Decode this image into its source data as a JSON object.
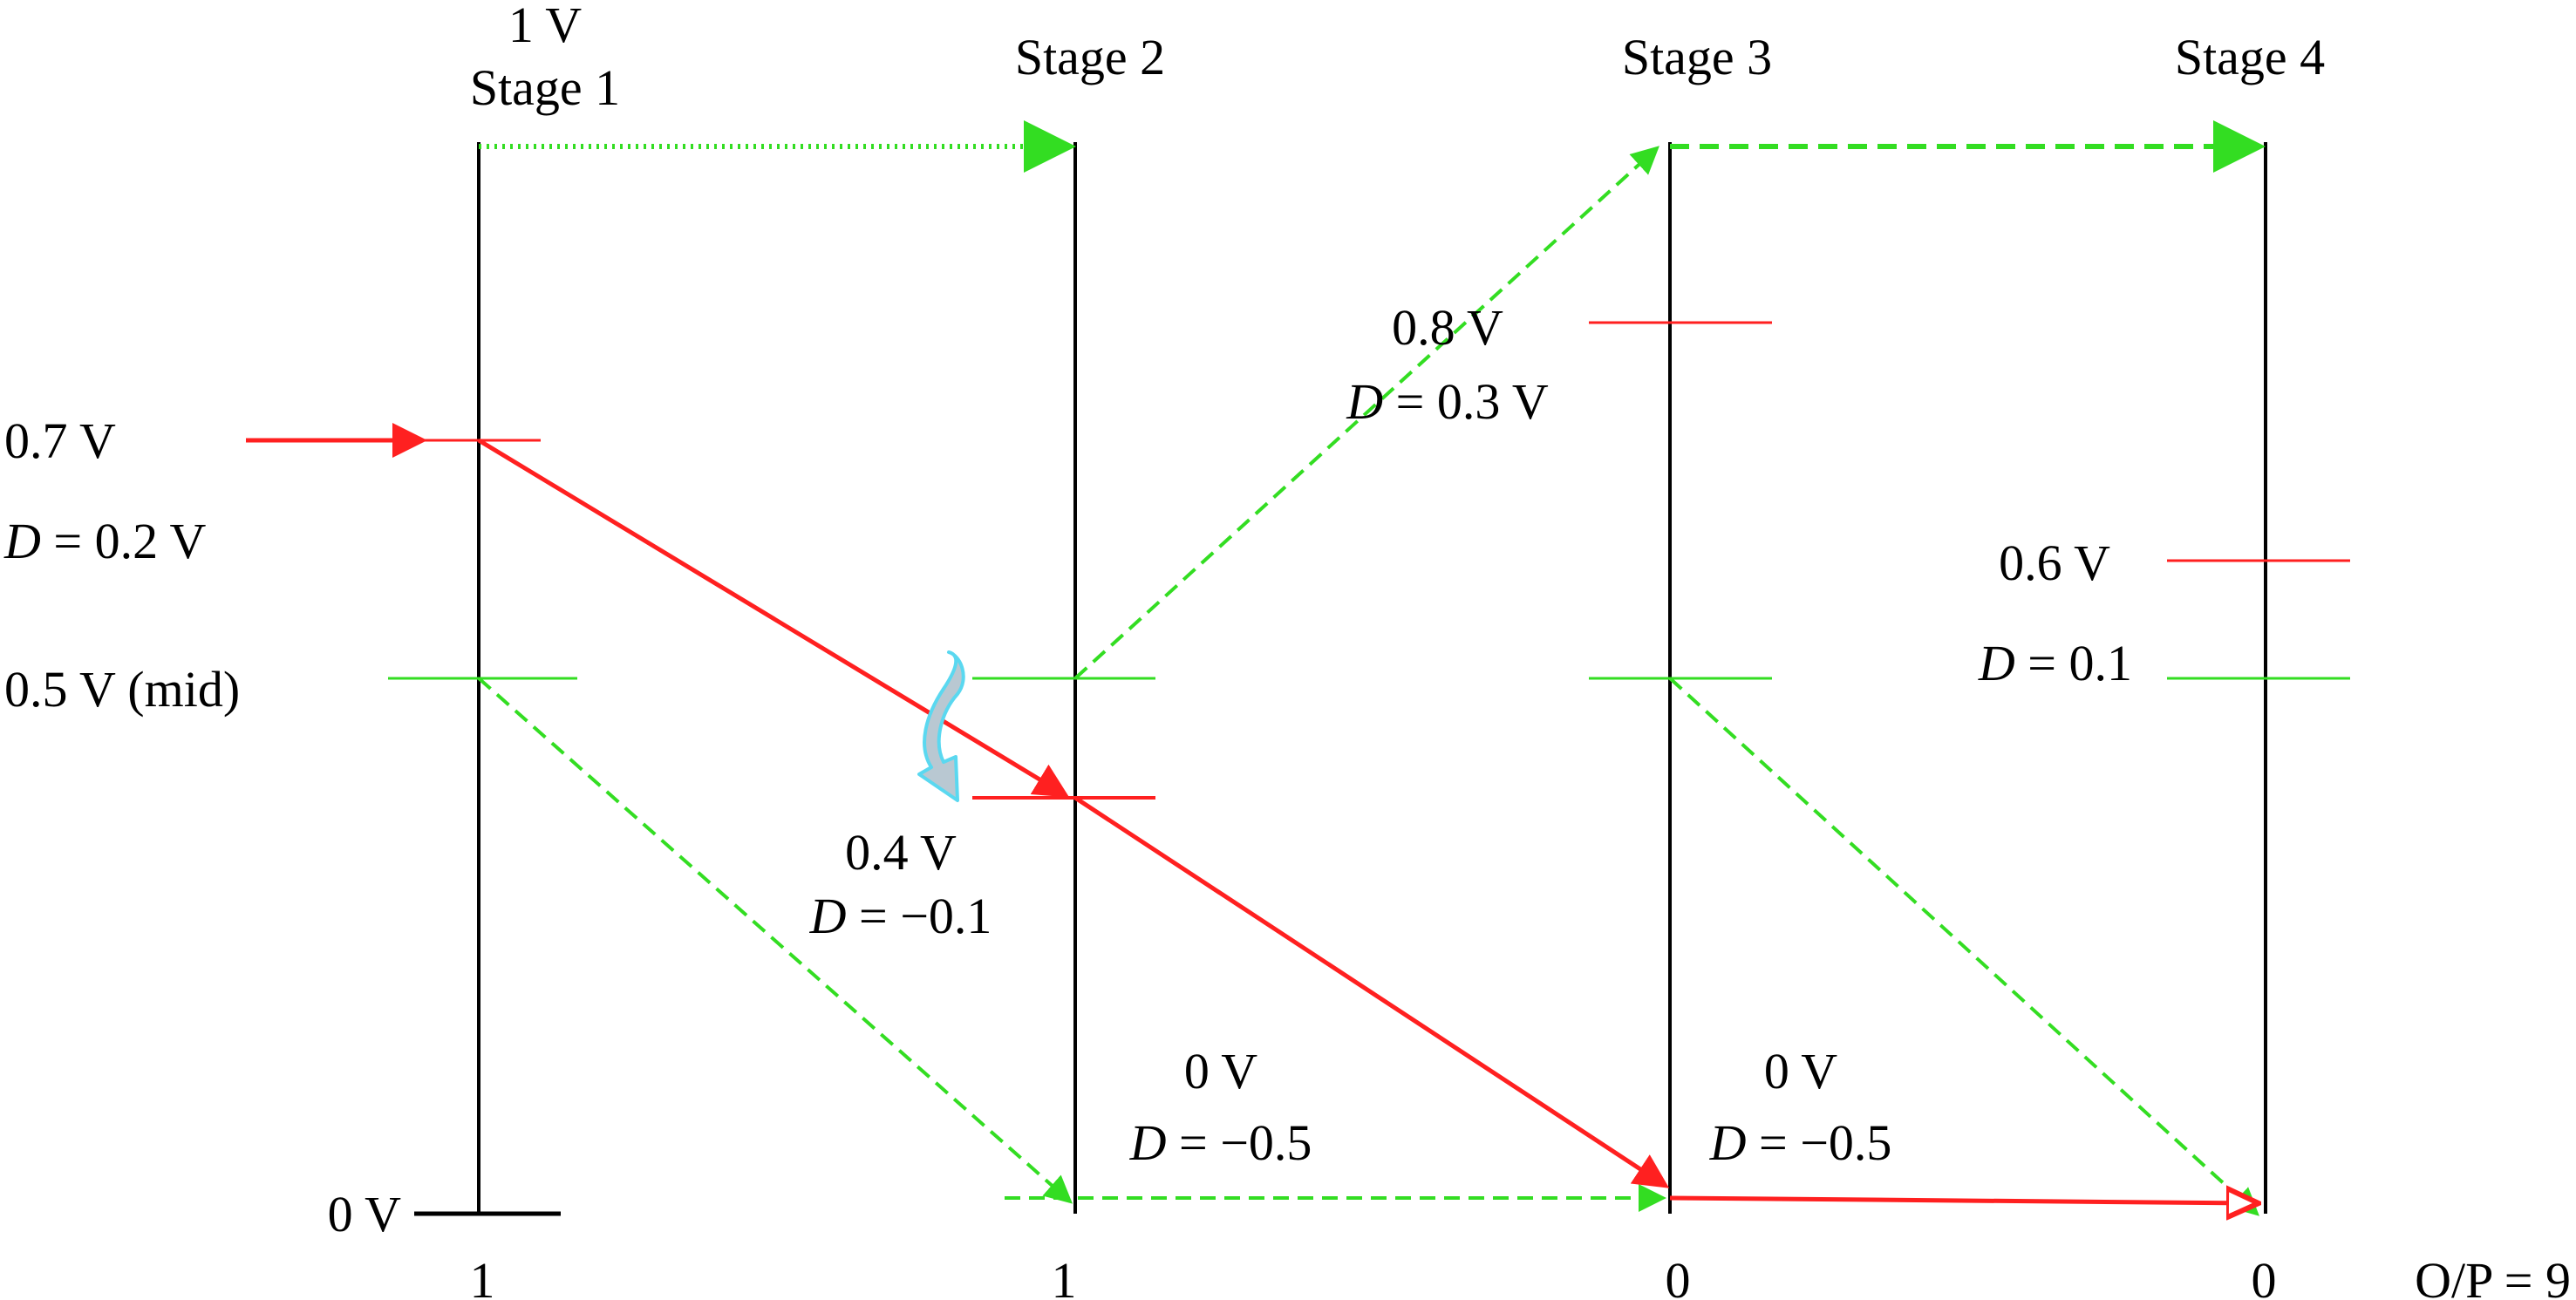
{
  "colors": {
    "axis": "#000000",
    "signal": "#ff2020",
    "reference": "#33dd22",
    "swap_arrow": "#5ad8f0",
    "swap_fill": "#b9c8d2"
  },
  "stages": [
    {
      "label": "Stage 1",
      "bit": "1"
    },
    {
      "label": "Stage 2",
      "bit": "1"
    },
    {
      "label": "Stage 3",
      "bit": "0"
    },
    {
      "label": "Stage 4",
      "bit": "0"
    }
  ],
  "stage1_top_label": "1 V",
  "stage1_bottom_label": "0 V",
  "input_label": "0.7 V",
  "input_d": "= 0.2 V",
  "mid_label": "0.5 V (mid)",
  "stage2_value": "0.4 V",
  "stage2_d": "= −0.1",
  "stage2_low_value": "0 V",
  "stage2_low_d": "= −0.5",
  "stage3_value": "0.8 V",
  "stage3_d": "= 0.3 V",
  "stage3_low_value": "0 V",
  "stage3_low_d": "= −0.5",
  "stage4_value": "0.6 V",
  "stage4_d": "= 0.1",
  "d_symbol": "D",
  "output": "O/P = 9"
}
